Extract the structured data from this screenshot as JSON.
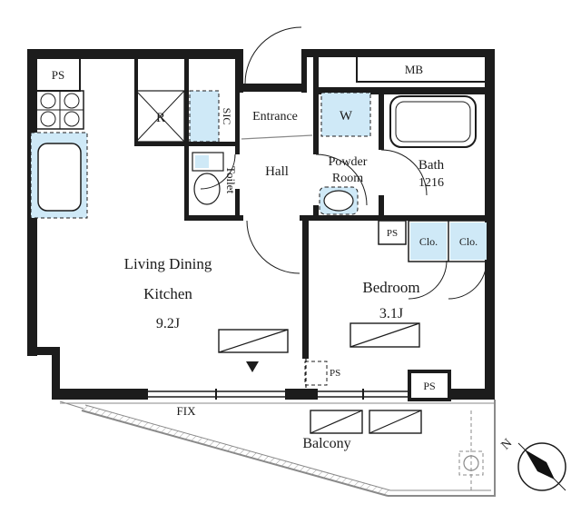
{
  "colors": {
    "wall": "#1c1c1c",
    "fixture_blue": "#cfe9f7",
    "outline_gray": "#8a8a8a"
  },
  "labels": {
    "ps_top": "PS",
    "mb": "MB",
    "r": "R",
    "sic": "SIC",
    "entrance": "Entrance",
    "toilet": "Toilet",
    "hall": "Hall",
    "washer": "W",
    "powder1": "Powder",
    "powder2": "Room",
    "bath": "Bath",
    "bath_size": "1216",
    "ps_mid": "PS",
    "clo_left": "Clo.",
    "clo_right": "Clo.",
    "ldk1": "Living Dining",
    "ldk2": "Kitchen",
    "ldk_size": "9.2J",
    "bedroom": "Bedroom",
    "bedroom_size": "3.1J",
    "ps_inner": "PS",
    "ps_outer": "PS",
    "fix": "FIX",
    "balcony": "Balcony",
    "north": "N"
  }
}
